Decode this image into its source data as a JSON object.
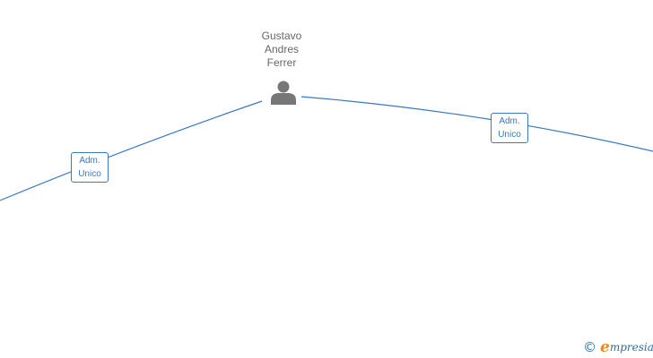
{
  "person": {
    "name_lines": [
      "Gustavo",
      "Andres",
      "Ferrer"
    ]
  },
  "relations": [
    {
      "role_lines": [
        "Adm.",
        "Unico"
      ]
    },
    {
      "role_lines": [
        "Adm.",
        "Unico"
      ]
    }
  ],
  "brand": {
    "copyright_symbol": "©",
    "logo_first_letter": "e",
    "logo_rest": "mpresia"
  },
  "colors": {
    "edge": "#3b78c4",
    "person_icon": "#777777",
    "name_text": "#666666",
    "brand_blue": "#2a6fa8",
    "brand_orange": "#e8891a"
  },
  "icons": {
    "person": "person-icon"
  }
}
